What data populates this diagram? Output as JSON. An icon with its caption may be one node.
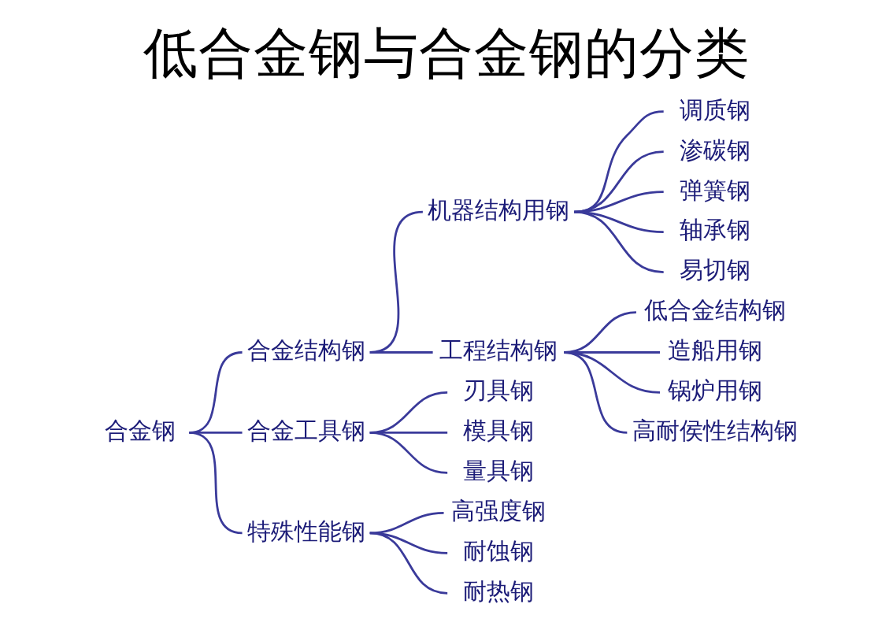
{
  "diagram": {
    "title": "低合金钢与合金钢的分类",
    "nodes": [
      {
        "text": [
          "合金钢"
        ]
      },
      {
        "text": [
          "合金结构钢"
        ]
      },
      {
        "text": [
          "机器结构用钢"
        ]
      },
      {
        "text": [
          "调质钢"
        ]
      },
      {
        "text": [
          "渗碳钢"
        ]
      },
      {
        "text": [
          "弹簧钢"
        ]
      },
      {
        "text": [
          "轴承钢"
        ]
      },
      {
        "text": [
          "易切钢"
        ]
      },
      {
        "text": [
          "工程结构钢"
        ]
      },
      {
        "text": [
          "低合金结构钢"
        ]
      },
      {
        "text": [
          "造船用钢"
        ]
      },
      {
        "text": [
          "锅炉用钢"
        ]
      },
      {
        "text": [
          "高耐侯性结构钢"
        ]
      },
      {
        "text": [
          "合金工具钢"
        ]
      },
      {
        "text": [
          "刃具钢"
        ]
      },
      {
        "text": [
          "模具钢"
        ]
      },
      {
        "text": [
          "量具钢"
        ]
      },
      {
        "text": [
          "特殊性能钢"
        ]
      },
      {
        "text": [
          "高强度钢"
        ]
      },
      {
        "text": [
          "耐蚀钢"
        ]
      },
      {
        "text": [
          "耐热钢"
        ]
      }
    ],
    "edges": [
      {
        "from": 0,
        "to": 1,
        "arrow": "none"
      },
      {
        "from": 0,
        "to": 13,
        "arrow": "none"
      },
      {
        "from": 0,
        "to": 17,
        "arrow": "none"
      },
      {
        "from": 1,
        "to": 2,
        "arrow": "none"
      },
      {
        "from": 1,
        "to": 8,
        "arrow": "none"
      },
      {
        "from": 2,
        "to": 3,
        "arrow": "none"
      },
      {
        "from": 2,
        "to": 4,
        "arrow": "none"
      },
      {
        "from": 2,
        "to": 5,
        "arrow": "none"
      },
      {
        "from": 2,
        "to": 6,
        "arrow": "none"
      },
      {
        "from": 2,
        "to": 7,
        "arrow": "none"
      },
      {
        "from": 8,
        "to": 9,
        "arrow": "none"
      },
      {
        "from": 8,
        "to": 10,
        "arrow": "none"
      },
      {
        "from": 8,
        "to": 11,
        "arrow": "none"
      },
      {
        "from": 8,
        "to": 12,
        "arrow": "none"
      },
      {
        "from": 13,
        "to": 14,
        "arrow": "none"
      },
      {
        "from": 13,
        "to": 15,
        "arrow": "none"
      },
      {
        "from": 13,
        "to": 16,
        "arrow": "none"
      },
      {
        "from": 17,
        "to": 18,
        "arrow": "none"
      },
      {
        "from": 17,
        "to": 19,
        "arrow": "none"
      },
      {
        "from": 17,
        "to": 20,
        "arrow": "none"
      }
    ]
  }
}
